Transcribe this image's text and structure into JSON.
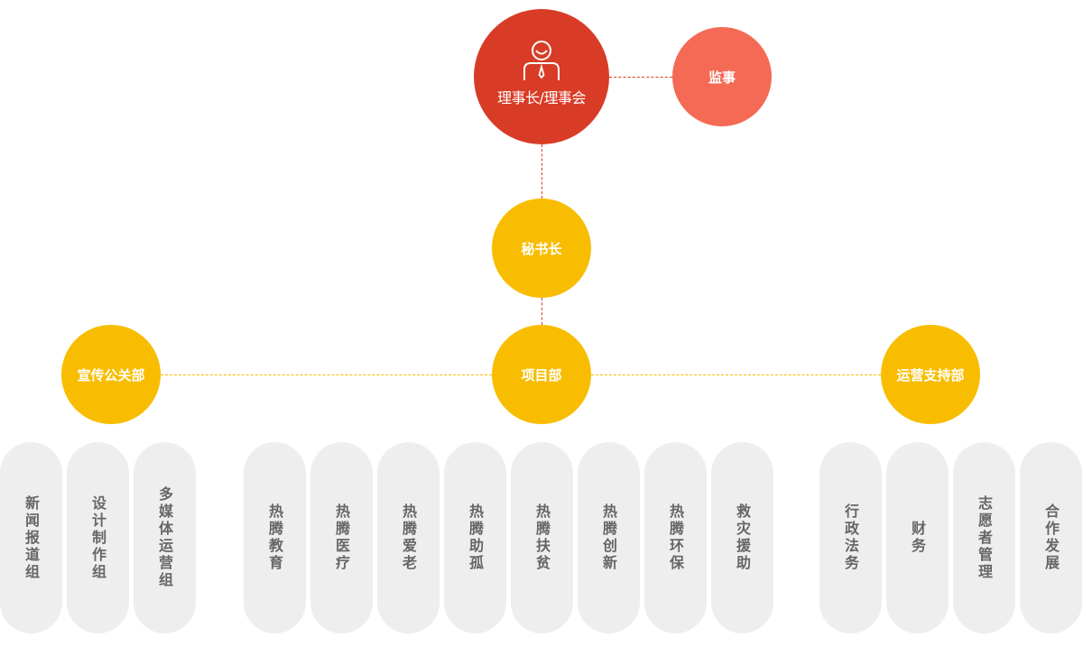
{
  "nodes": {
    "chair": {
      "label": "理事长/理事会",
      "icon": "person-with-tie-icon",
      "color": "#d83c26"
    },
    "supervisor": {
      "label": "监事",
      "color": "#f46a55"
    },
    "secretary_general": {
      "label": "秘书长",
      "color": "#f8bd00"
    },
    "departments": [
      {
        "label": "宣传公关部",
        "groups": [
          "新闻报道组",
          "设计制作组",
          "多媒体运营组"
        ]
      },
      {
        "label": "项目部",
        "groups": [
          "热腾教育",
          "热腾医疗",
          "热腾爱老",
          "热腾助孤",
          "热腾扶贫",
          "热腾创新",
          "热腾环保",
          "救灾援助"
        ]
      },
      {
        "label": "运营支持部",
        "groups": [
          "行政法务",
          "财务",
          "志愿者管理",
          "合作发展"
        ]
      }
    ]
  },
  "colors": {
    "line_red": "#d83c26",
    "line_yellow": "#f8bd00",
    "pill_bg": "#eeeeee",
    "pill_text": "#666666"
  }
}
